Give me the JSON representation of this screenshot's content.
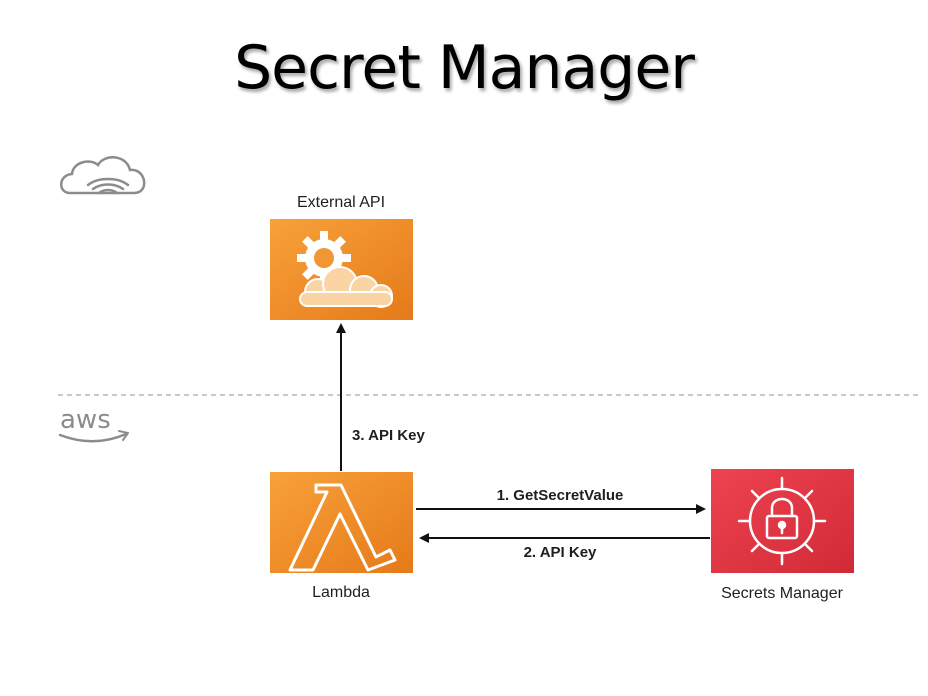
{
  "title": "Secret Manager",
  "nodes": {
    "external_api": {
      "label": "External API",
      "icon": "api-gear-cloud-icon",
      "color": "#F08A22"
    },
    "lambda": {
      "label": "Lambda",
      "icon": "lambda-icon",
      "color": "#F08A22"
    },
    "secrets_manager": {
      "label": "Secrets Manager",
      "icon": "secrets-manager-lock-icon",
      "color": "#E0323F"
    }
  },
  "edges": [
    {
      "from": "lambda",
      "to": "secrets_manager",
      "label": "1. GetSecretValue"
    },
    {
      "from": "secrets_manager",
      "to": "lambda",
      "label": "2. API Key"
    },
    {
      "from": "lambda",
      "to": "external_api",
      "label": "3. API Key"
    }
  ],
  "zones": {
    "internet": {
      "icon": "internet-cloud-icon"
    },
    "aws": {
      "icon": "aws-logo-icon"
    }
  }
}
